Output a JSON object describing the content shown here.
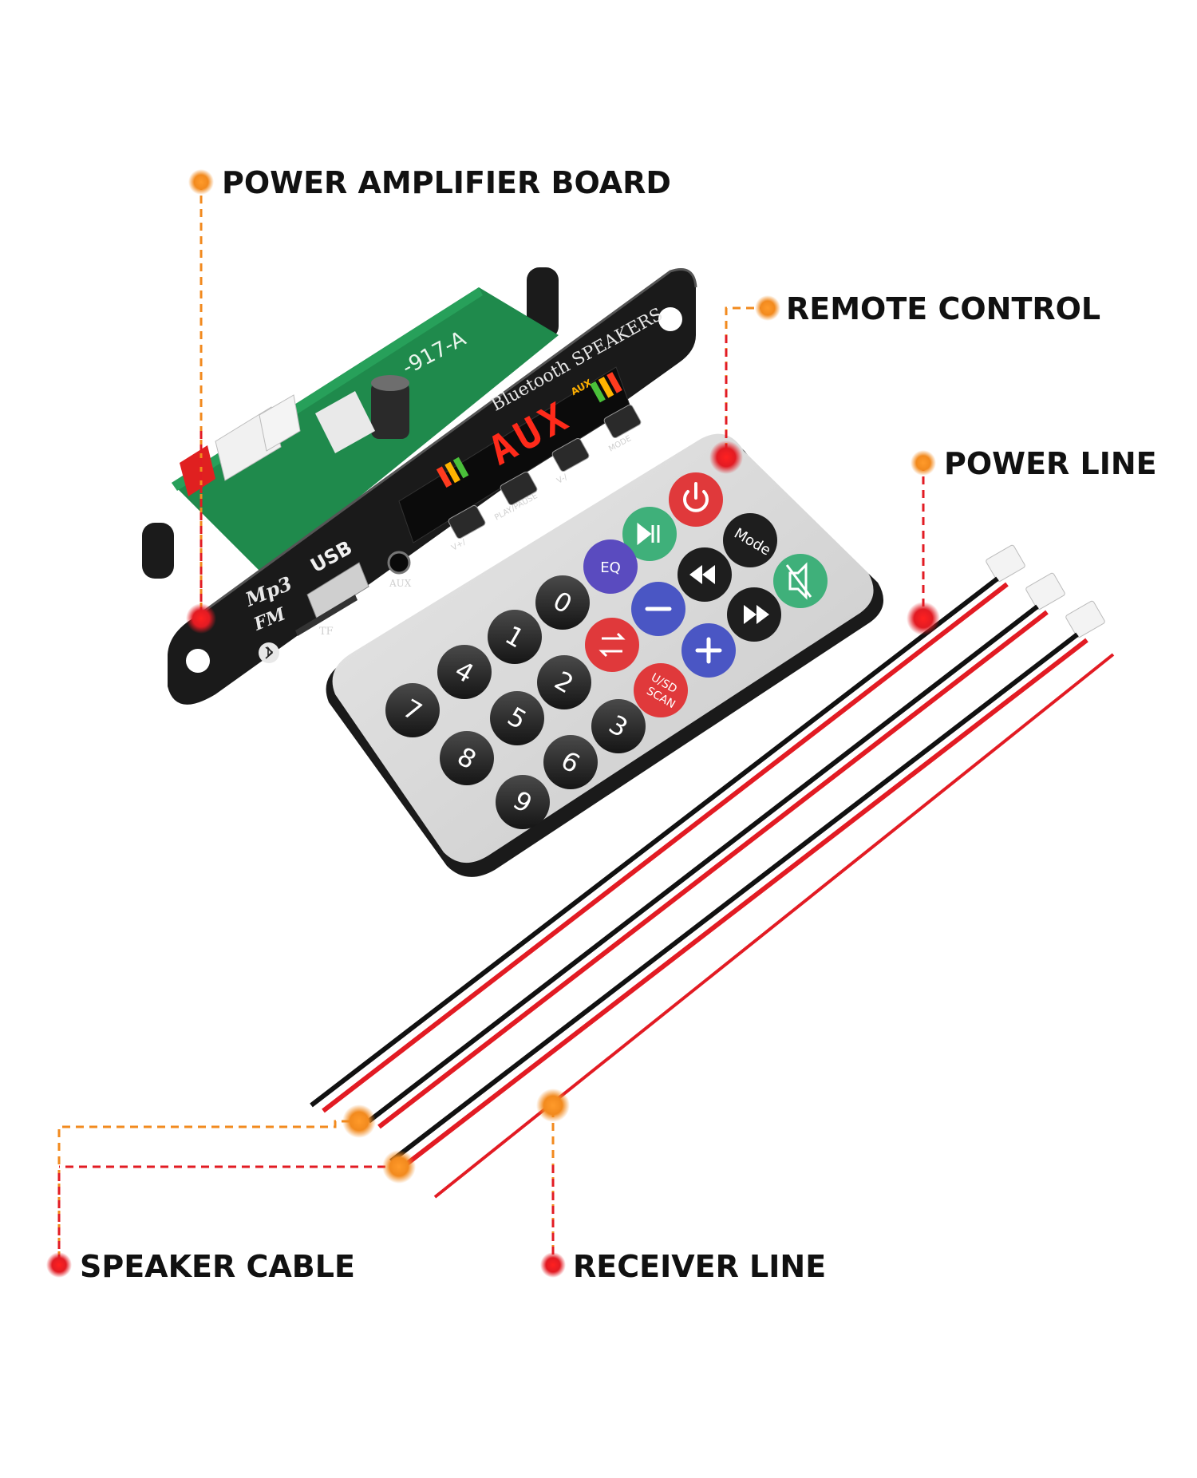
{
  "labels": {
    "power_amplifier_board": "POWER AMPLIFIER BOARD",
    "remote_control": "REMOTE CONTROL",
    "power_line": "POWER LINE",
    "speaker_cable": "SPEAKER CABLE",
    "receiver_line": "RECEIVER LINE"
  },
  "board": {
    "display_text": "AUX",
    "aux_badge": "AUX",
    "brand_text": "Bluetooth SPEAKERS",
    "usb_label": "USB",
    "aux_label": "AUX",
    "tf_label": "TF",
    "mp3_label": "Mp3",
    "fm_label": "FM",
    "model_text": "-917-A",
    "button_labels": [
      "V+/",
      "PLAY/PAUSE",
      "V-/",
      "MODE"
    ]
  },
  "remote": {
    "keys": [
      "0",
      "1",
      "2",
      "3",
      "4",
      "5",
      "6",
      "7",
      "8",
      "9"
    ],
    "eq_label": "EQ",
    "mode_label": "Mode",
    "usd_label": "U/SD",
    "scan_label": "SCAN"
  },
  "colors": {
    "accent_orange": "#f28a1e",
    "accent_red": "#e21b23",
    "text": "#111111",
    "board_green": "#1f8a4c",
    "display_red": "#ff2a1a",
    "remote_body": "#d9d9d9",
    "button_dark": "#2b2b2b"
  }
}
